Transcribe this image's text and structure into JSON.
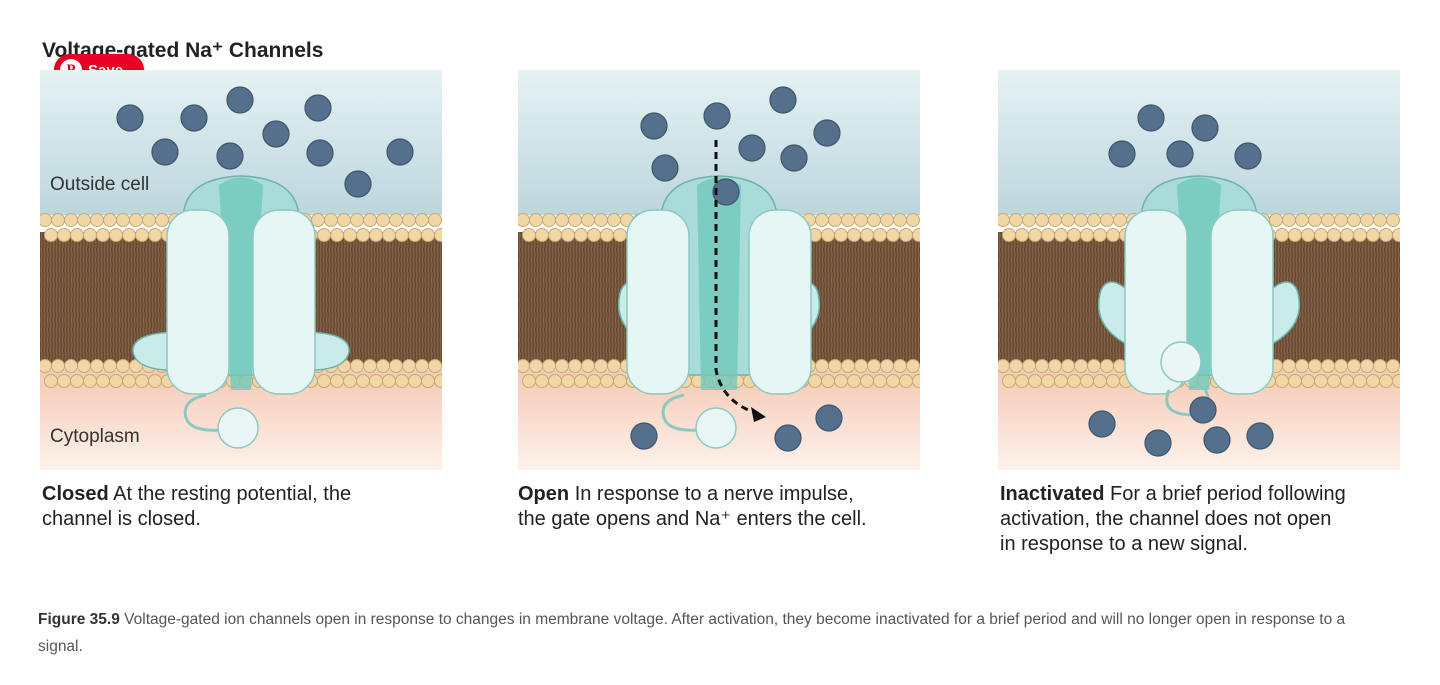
{
  "title": "Voltage-gated Na⁺ Channels",
  "save_button": {
    "label": "Save",
    "icon": "pinterest-icon"
  },
  "region_labels": {
    "outside": "Outside cell",
    "inside": "Cytoplasm"
  },
  "panels": [
    {
      "state": "Closed",
      "description": "At the resting potential, the channel is closed.",
      "line1": "At the resting potential, the",
      "line2": "channel is closed.",
      "line3": ""
    },
    {
      "state": "Open",
      "description": "In response to a nerve impulse, the gate opens and Na⁺ enters the cell.",
      "line1": "In response to a nerve impulse,",
      "line2": "the gate opens and Na⁺ enters the cell.",
      "line3": ""
    },
    {
      "state": "Inactivated",
      "description": "For a brief period following activation, the channel does not open in response to a new signal.",
      "line1": "For a brief period following",
      "line2": "activation, the channel does not open",
      "line3": "in response to a new signal."
    }
  ],
  "caption": {
    "figure": "Figure 35.9",
    "text": "Voltage-gated ion channels open in response to changes in membrane voltage. After activation, they become inactivated for a brief period and will no longer open in response to a signal."
  },
  "colors": {
    "outside_fluid": "#bcd6dd",
    "cytoplasm": "#f6c9b3",
    "lipid_head": "#f1d6a6",
    "lipid_tail": "#6b4a33",
    "channel_protein": "#c9ebe9",
    "channel_core": "#6fc9bd",
    "sodium_ion": "#55708c",
    "save_button": "#e60023"
  }
}
